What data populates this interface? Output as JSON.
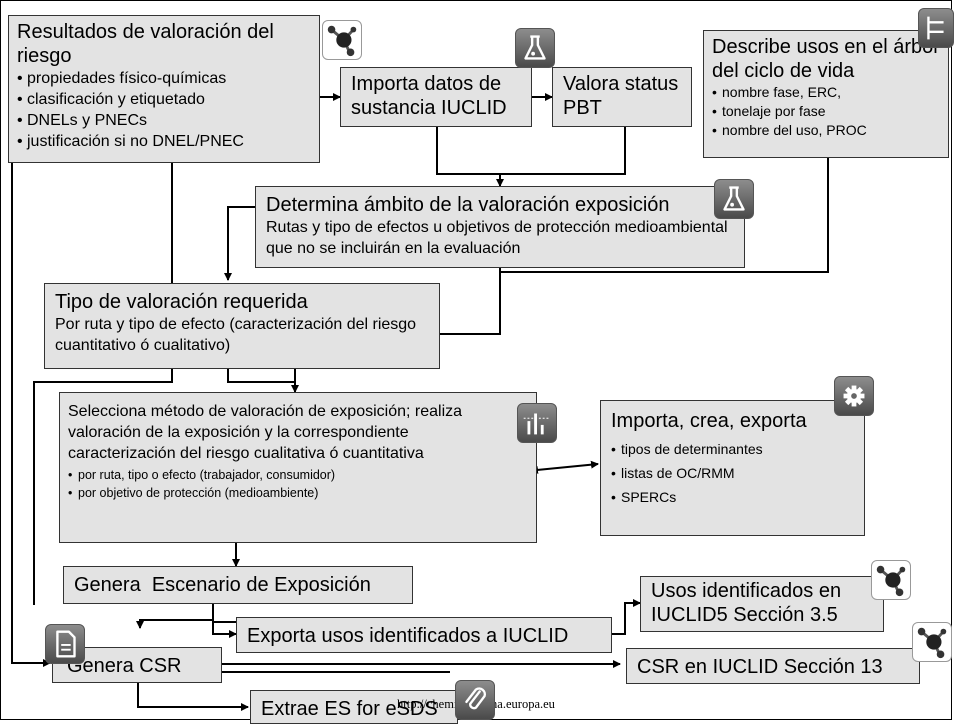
{
  "nodes": {
    "risk_results": {
      "title": "Resultados de valoración del riesgo",
      "items": [
        "propiedades físico-químicas",
        "clasificación y etiquetado",
        "DNELs y PNECs",
        "justificación si no DNEL/PNEC"
      ]
    },
    "import_iuclid": {
      "title": "Importa datos de sustancia IUCLID"
    },
    "pbt": {
      "title": "Valora status PBT"
    },
    "lifecycle": {
      "title": "Describe usos en el árbol del ciclo de vida",
      "items": [
        "nombre fase, ERC,",
        "tonelaje por fase",
        "nombre del uso, PROC"
      ]
    },
    "scope": {
      "title": "Determina ámbito de la valoración exposición",
      "body": "Rutas y tipo de efectos u objetivos de protección medioambiental que no se incluirán en la evaluación"
    },
    "assessment_type": {
      "title": "Tipo de valoración requerida",
      "body": "Por ruta y tipo de efecto (caracterización del riesgo cuantitativo ó cualitativo)"
    },
    "exposure_method": {
      "body": "Selecciona método de valoración de exposición; realiza valoración de la exposición y la correspondiente caracterización del riesgo cualitativa ó cuantitativa",
      "items": [
        "por ruta, tipo o efecto (trabajador, consumidor)",
        "por objetivo de protección (medioambiente)"
      ]
    },
    "import_export": {
      "title": "Importa, crea, exporta",
      "items": [
        "tipos de determinantes",
        "listas de OC/RMM",
        "SPERCs"
      ]
    },
    "exposure_scenario": {
      "title": "Genera  Escenario de Exposición"
    },
    "export_uses": {
      "title": "Exporta usos identificados a IUCLID"
    },
    "identified_uses": {
      "title": "Usos identificados en IUCLID5 Sección 3.5"
    },
    "generate_csr": {
      "title": "Genera CSR"
    },
    "csr_iuclid": {
      "title": "CSR en IUCLID Sección 13"
    },
    "extract_es": {
      "title": "Extrae ES for eSDS"
    }
  },
  "footer": {
    "url": "http://chemicals.echa.europa.eu"
  },
  "icons": [
    "molecule-icon",
    "flask-icon",
    "tree-icon",
    "flask-icon",
    "chart-icon",
    "gear-icon",
    "molecule-icon",
    "document-icon",
    "molecule-icon",
    "paperclip-icon"
  ]
}
